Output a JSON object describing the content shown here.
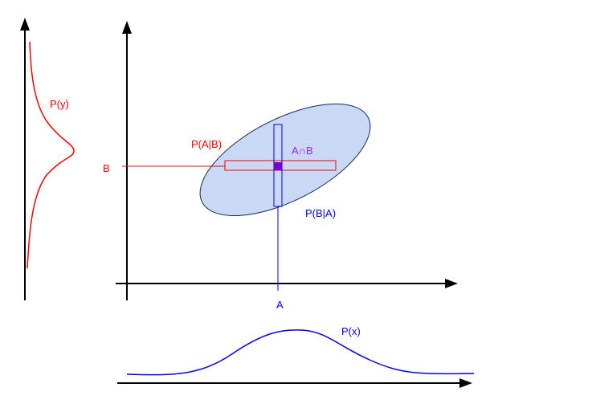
{
  "labels": {
    "py": "P(y)",
    "pagb": "P(A|B)",
    "b": "B",
    "aintb": "A∩B",
    "pbga": "P(B|A)",
    "a": "A",
    "px": "P(x)"
  },
  "colors": {
    "axis": "#000000",
    "red": "#ff0000",
    "blue": "#0000ff",
    "purple": "#a020f0",
    "intersection_fill": "#7700cc",
    "ellipse_fill": "#c9d9f5",
    "ellipse_stroke": "#1a2a55"
  }
}
